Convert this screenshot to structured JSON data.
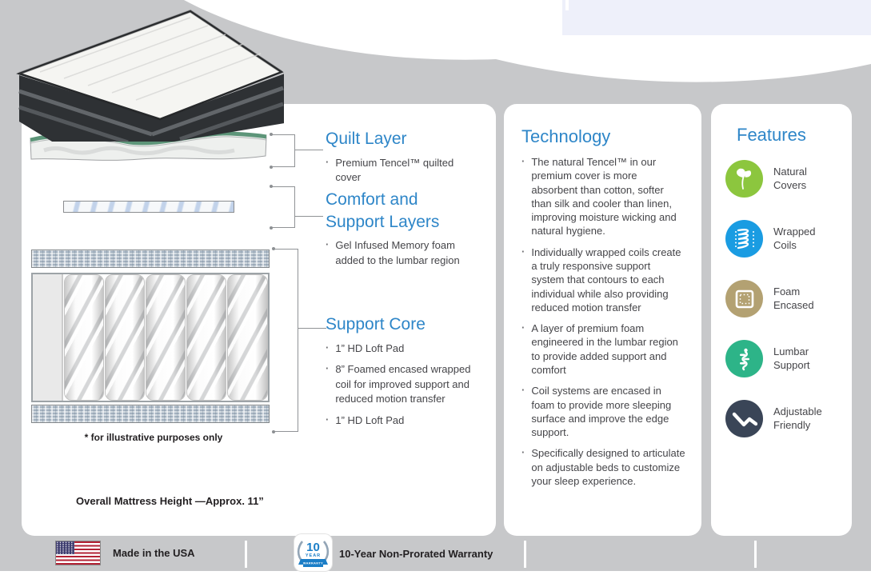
{
  "sections": [
    {
      "title": "Quilt Layer",
      "bullets": [
        "Premium Tencel™ quilted cover"
      ]
    },
    {
      "title": "Comfort and Support Layers",
      "bullets": [
        "Gel Infused Memory foam added to the lumbar region"
      ]
    },
    {
      "title": "Support Core",
      "bullets": [
        "1” HD Loft Pad",
        "8” Foamed encased wrapped coil for improved support and reduced motion transfer",
        "1” HD Loft Pad"
      ]
    }
  ],
  "technology": {
    "title": "Technology",
    "bullets": [
      "The natural Tencel™ in our premium cover is more absorbent than cotton, softer than silk and cooler than linen, improving moisture wicking and natural hygiene.",
      "Individually wrapped coils create a truly responsive support system that contours to each individual while also providing reduced motion transfer",
      "A layer of premium foam engineered in the lumbar region to provide added support and comfort",
      "Coil systems are encased in foam to provide more sleeping surface and improve the edge support.",
      "Specifically designed to articulate on adjustable beds to customize your sleep experience."
    ]
  },
  "features": {
    "title": "Features",
    "items": [
      {
        "icon": "leaf-icon",
        "label": "Natural Covers",
        "color": "#8cc63e"
      },
      {
        "icon": "coil-icon",
        "label": "Wrapped Coils",
        "color": "#1a9ce2"
      },
      {
        "icon": "foam-encased-icon",
        "label": "Foam Encased",
        "color": "#b3a172"
      },
      {
        "icon": "lumbar-spine-icon",
        "label": "Lumbar Support",
        "color": "#2db488"
      },
      {
        "icon": "adjustable-bed-icon",
        "label": "Adjustable Friendly",
        "color": "#3a4557"
      }
    ]
  },
  "diagram": {
    "footnote": "* for illustrative purposes only",
    "height_note": "Overall Mattress Height —Approx. 11”"
  },
  "footer": {
    "made_in_usa": "Made in the USA",
    "warranty_text": "10-Year Non-Prorated Warranty",
    "badge_number": "10",
    "badge_year": "YEAR",
    "badge_ribbon": "WARRANTY"
  },
  "colors": {
    "heading_blue": "#2e86c8",
    "background_gray": "#c7c8ca",
    "top_accent_strip": "#eef0fa"
  }
}
